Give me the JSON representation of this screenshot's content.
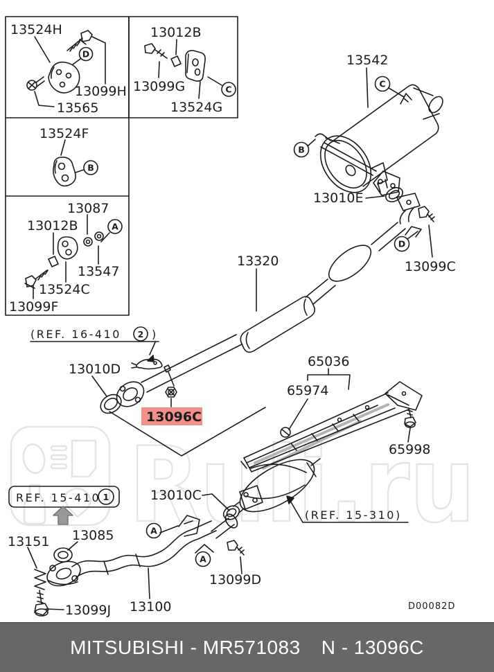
{
  "watermark": {
    "text": "Ruli.ru"
  },
  "callouts": {
    "a": "A",
    "b": "B",
    "c": "C",
    "d": "D"
  },
  "parts": {
    "p13524h": "13524H",
    "p13099h": "13099H",
    "p13565": "13565",
    "p13012b": "13012B",
    "p13099g": "13099G",
    "p13524g": "13524G",
    "p13524f": "13524F",
    "p13087": "13087",
    "p13547": "13547",
    "p13524c": "13524C",
    "p13099f": "13099F",
    "p13542": "13542",
    "p13010e": "13010E",
    "p13099c": "13099C",
    "p13320": "13320",
    "p13010d": "13010D",
    "p65036": "65036",
    "p65974": "65974",
    "p65998": "65998",
    "p13010c": "13010C",
    "p13151": "13151",
    "p13085": "13085",
    "p13099j": "13099J",
    "p13100": "13100",
    "p13099d": "13099D"
  },
  "refs": {
    "r16_prefix": "(REF. 16-410",
    "r16_num": "2",
    "r16_suffix": ")",
    "r15_box": "REF. 15-410",
    "r15_box_num": "1",
    "r15_310": "(REF. 15-310)"
  },
  "highlight": {
    "part": "13096C",
    "bg": "#F2908C",
    "text_color": "#8C1A14"
  },
  "diagram_code": "D00082D",
  "footer": {
    "left": "MITSUBISHI - MR571083",
    "right": "N - 13096C"
  }
}
